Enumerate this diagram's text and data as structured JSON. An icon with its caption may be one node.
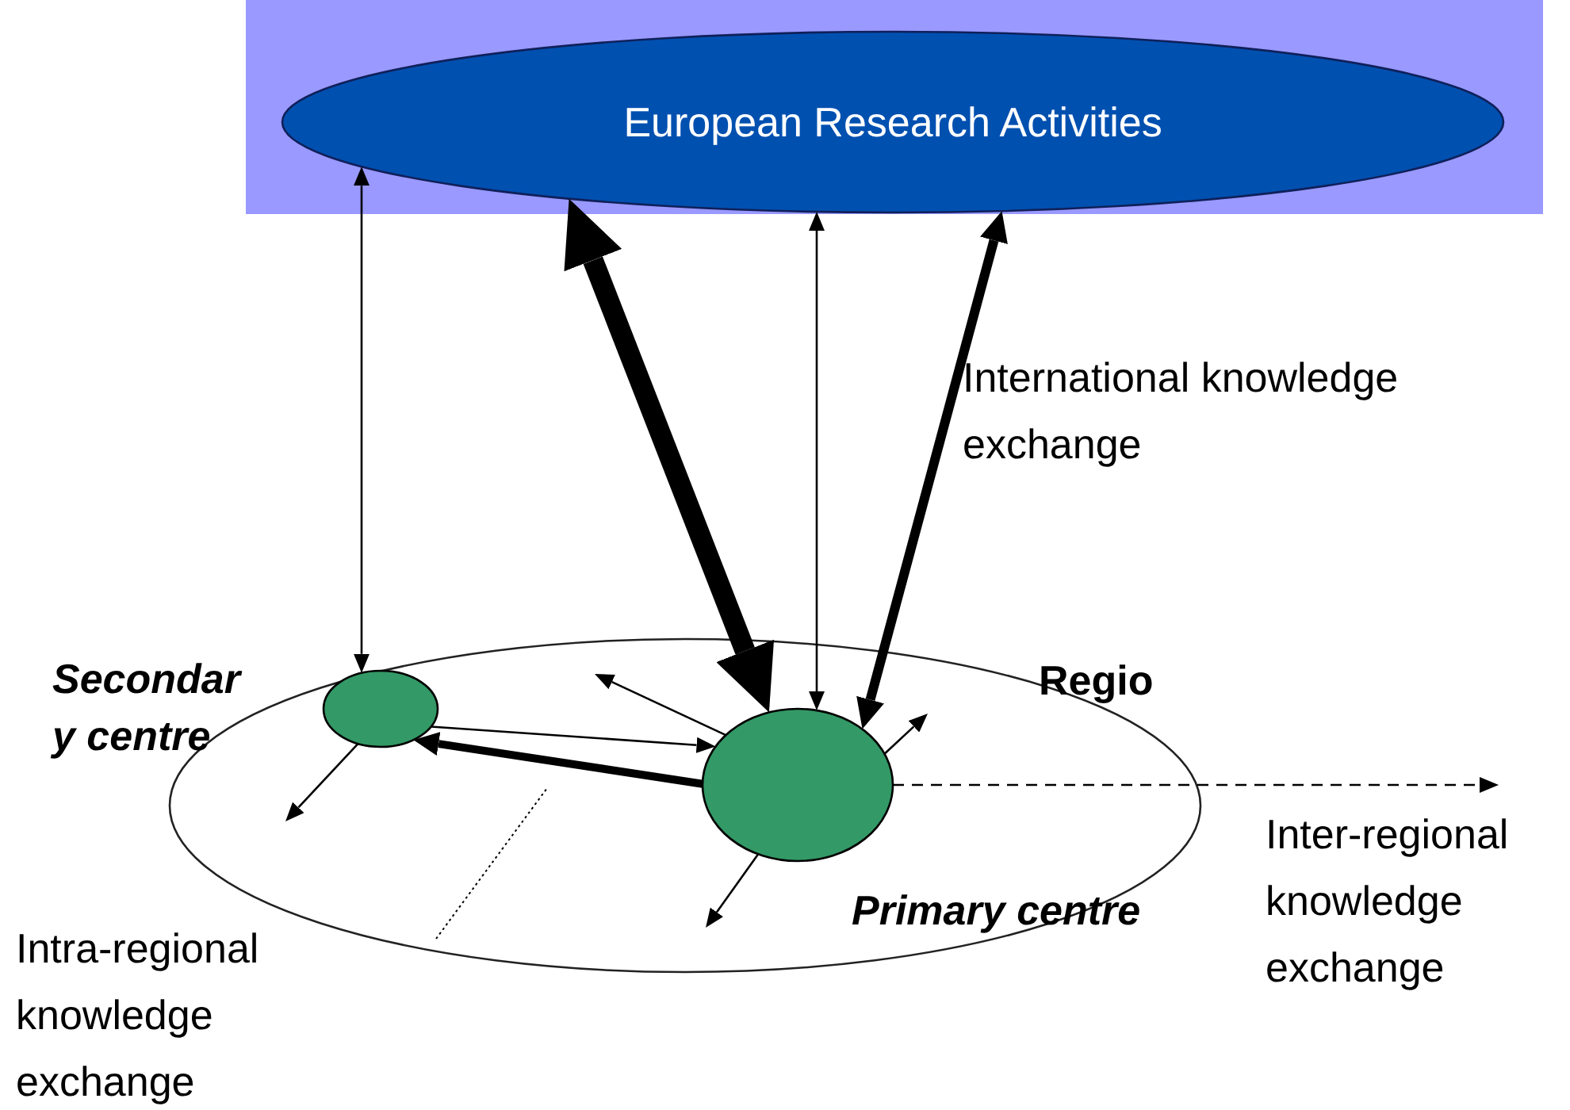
{
  "diagram": {
    "nodes": [
      {
        "text": [
          "European Research Activities"
        ]
      },
      {
        "text": [],
        "shape": "circle",
        "beside": [
          "Regio"
        ]
      },
      {
        "text": [],
        "shape": "circle",
        "beside": [
          "Secondar y centre"
        ],
        "in": 1
      },
      {
        "text": [],
        "shape": "circle",
        "beside": [
          "Primary centre"
        ],
        "in": 1
      }
    ],
    "edges": [
      {
        "from": 0,
        "to": 2,
        "arrow": "both"
      },
      {
        "from": 0,
        "to": 3,
        "arrow": "both",
        "style": "thick"
      },
      {
        "from": 0,
        "to": 3,
        "arrow": "both"
      },
      {
        "from": 0,
        "to": 3,
        "arrow": "both",
        "style": "thick"
      },
      {
        "from": 2,
        "to": 3,
        "arrow": "to"
      },
      {
        "from": 3,
        "to": 2,
        "arrow": "to",
        "style": "thick"
      },
      {
        "from": 3,
        "to": null,
        "arrow": "to"
      },
      {
        "from": 3,
        "to": null,
        "arrow": "to"
      },
      {
        "from": 3,
        "to": null,
        "arrow": "to"
      },
      {
        "from": 2,
        "to": null,
        "arrow": "to"
      },
      {
        "from": 3,
        "to": null,
        "arrow": "to",
        "style": "dashed"
      }
    ],
    "labels": [
      "International knowledge exchange",
      "Inter-regional knowledge exchange",
      "Intra-regional knowledge exchange"
    ]
  }
}
